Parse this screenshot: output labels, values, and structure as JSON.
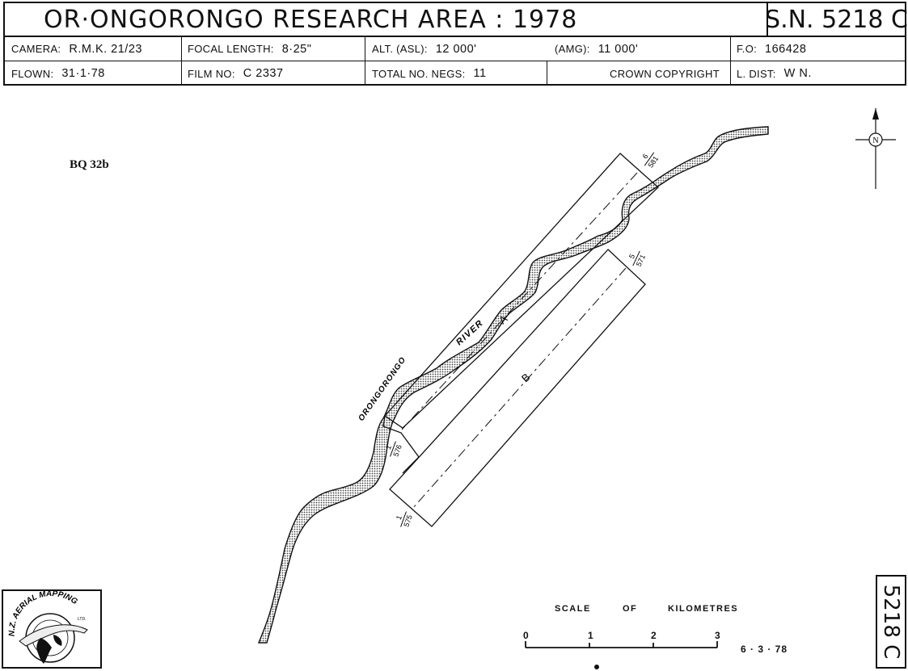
{
  "header": {
    "title": "OR·ONGORONGO  RESEARCH  AREA :  1978",
    "sn": "S.N. 5218 C",
    "camera_label": "CAMERA:",
    "camera_value": "R.M.K. 21/23",
    "focal_label": "FOCAL LENGTH:",
    "focal_value": "8·25\"",
    "alt_label": "ALT. (ASL):",
    "alt_value": "12 000'",
    "amg_label": "(AMG):",
    "amg_value": "11 000'",
    "fo_label": "F.O:",
    "fo_value": "166428",
    "flown_label": "FLOWN:",
    "flown_value": "31·1·78",
    "film_label": "FILM NO:",
    "film_value": "C 2337",
    "negs_label": "TOTAL NO. NEGS:",
    "negs_value": "11",
    "copyright": "CROWN COPYRIGHT",
    "ldist_label": "L. DIST:",
    "ldist_value": "W N."
  },
  "map": {
    "label_bq": "BQ 32b",
    "river_name_1": "ORONGORONGO",
    "river_name_2": "RIVER",
    "run_a": "A",
    "run_b": "B",
    "photo_6_top": "6",
    "photo_6_bottom": "581",
    "photo_5_top": "5",
    "photo_5_bottom": "571",
    "photo_1a_top": "1",
    "photo_1a_bottom": "576",
    "photo_1b_top": "1",
    "photo_1b_bottom": "575",
    "north": "N"
  },
  "logo": {
    "text": "N.Z. AERIAL MAPPING",
    "small": "LTD."
  },
  "scale": {
    "title_1": "SCALE",
    "title_2": "OF",
    "title_3": "KILOMETRES",
    "ticks": [
      "0",
      "1",
      "2",
      "3"
    ],
    "date": "6 · 3 · 78"
  },
  "sheet_label": "5218 C"
}
